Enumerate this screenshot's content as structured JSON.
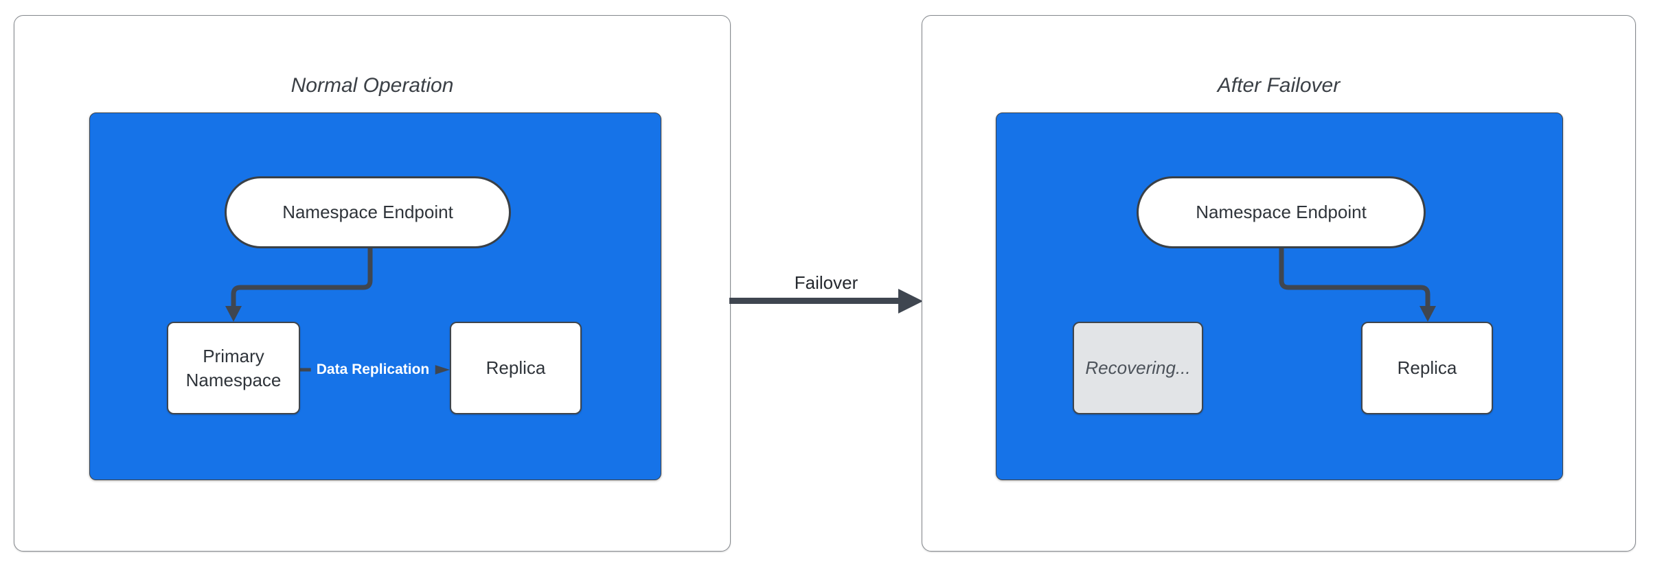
{
  "colors": {
    "container_blue": "#1673e8",
    "connector": "#3f4650",
    "node_border": "#3f454c",
    "node_text": "#2f343a",
    "title_text": "#3b4046",
    "recovering_fill": "#e2e4e7",
    "recovering_text": "#4c525a",
    "panel_border": "#85898e",
    "replication_text": "#ffffff",
    "label_text": "#24282e"
  },
  "left_panel": {
    "title": "Normal Operation",
    "endpoint_label": "Namespace Endpoint",
    "primary_label": "Primary Namespace",
    "replica_label": "Replica",
    "replication_arrow_label": "Data Replication"
  },
  "right_panel": {
    "title": "After Failover",
    "endpoint_label": "Namespace Endpoint",
    "recovering_label": "Recovering...",
    "replica_label": "Replica"
  },
  "transition_arrow": {
    "label": "Failover"
  }
}
